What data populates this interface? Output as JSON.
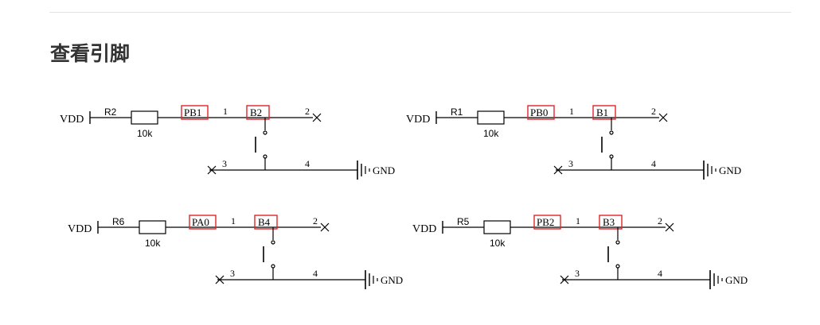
{
  "heading": "查看引脚",
  "colors": {
    "wire": "#000000",
    "highlight": "#e0242a",
    "heading": "#333333",
    "rule": "#e3e3e3"
  },
  "circuits": [
    {
      "vdd": "VDD",
      "resistor": "R2",
      "value": "10k",
      "pin": "PB1",
      "switch": "B2",
      "n1": "1",
      "n2": "2",
      "n3": "3",
      "n4": "4",
      "gnd": "GND"
    },
    {
      "vdd": "VDD",
      "resistor": "R1",
      "value": "10k",
      "pin": "PB0",
      "switch": "B1",
      "n1": "1",
      "n2": "2",
      "n3": "3",
      "n4": "4",
      "gnd": "GND"
    },
    {
      "vdd": "VDD",
      "resistor": "R6",
      "value": "10k",
      "pin": "PA0",
      "switch": "B4",
      "n1": "1",
      "n2": "2",
      "n3": "3",
      "n4": "4",
      "gnd": "GND"
    },
    {
      "vdd": "VDD",
      "resistor": "R5",
      "value": "10k",
      "pin": "PB2",
      "switch": "B3",
      "n1": "1",
      "n2": "2",
      "n3": "3",
      "n4": "4",
      "gnd": "GND"
    }
  ]
}
